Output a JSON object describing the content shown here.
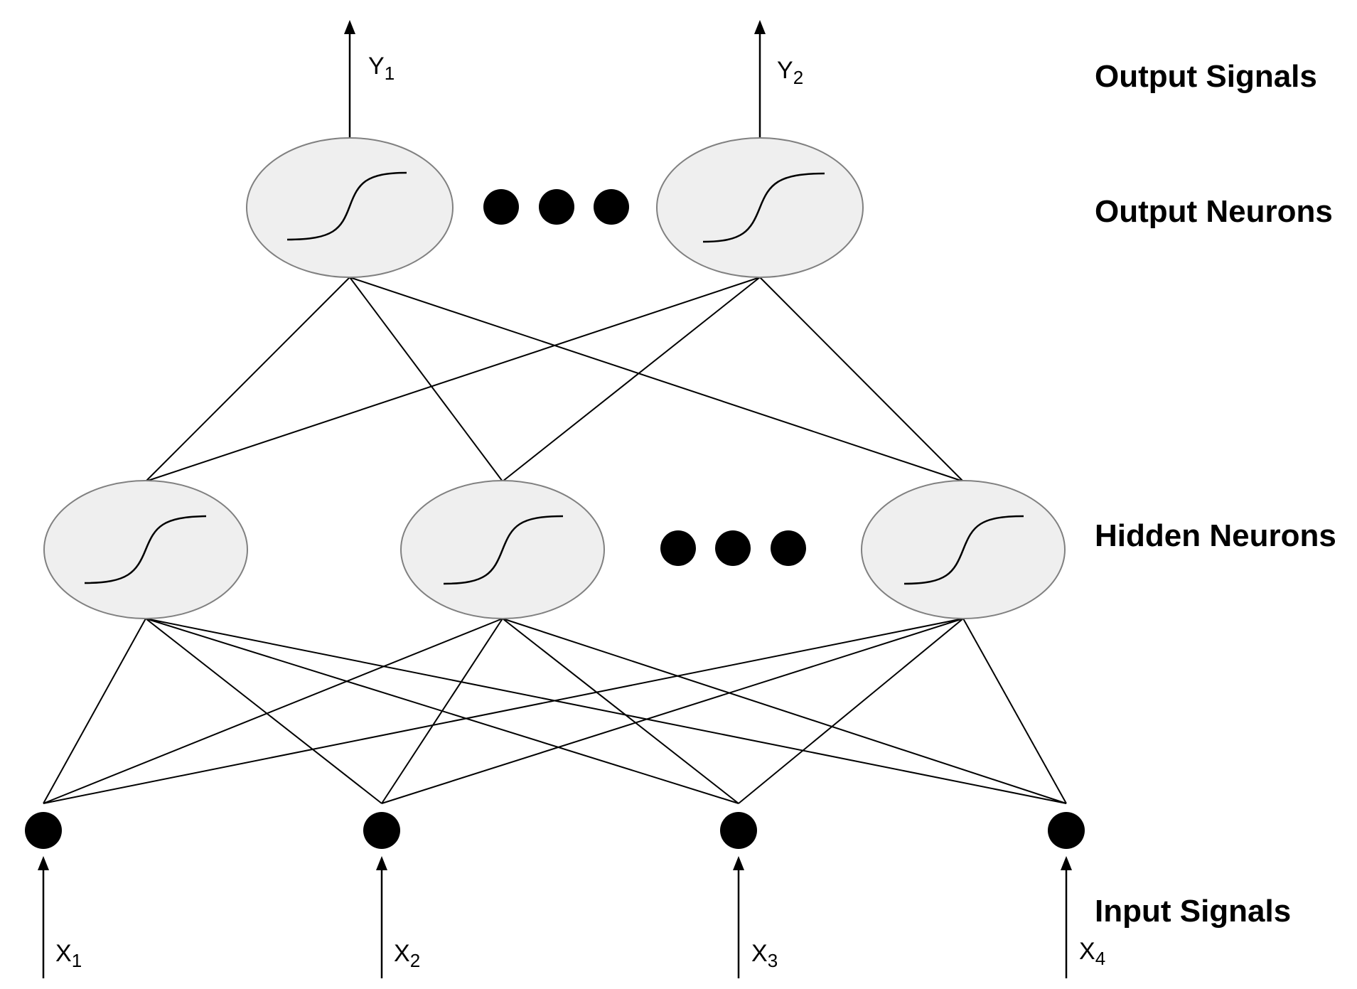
{
  "labels": {
    "output_signals": "Output Signals",
    "output_neurons": "Output Neurons",
    "hidden_neurons": "Hidden Neurons",
    "input_signals": "Input Signals"
  },
  "inputs": [
    {
      "letter": "X",
      "sub": "1"
    },
    {
      "letter": "X",
      "sub": "2"
    },
    {
      "letter": "X",
      "sub": "3"
    },
    {
      "letter": "X",
      "sub": "4"
    }
  ],
  "outputs": [
    {
      "letter": "Y",
      "sub": "1"
    },
    {
      "letter": "Y",
      "sub": "2"
    }
  ],
  "hidden_neuron_count": 3,
  "output_neuron_count": 2,
  "colors": {
    "neuron_fill": "#efefef",
    "neuron_stroke": "#808080",
    "line": "#000000"
  }
}
